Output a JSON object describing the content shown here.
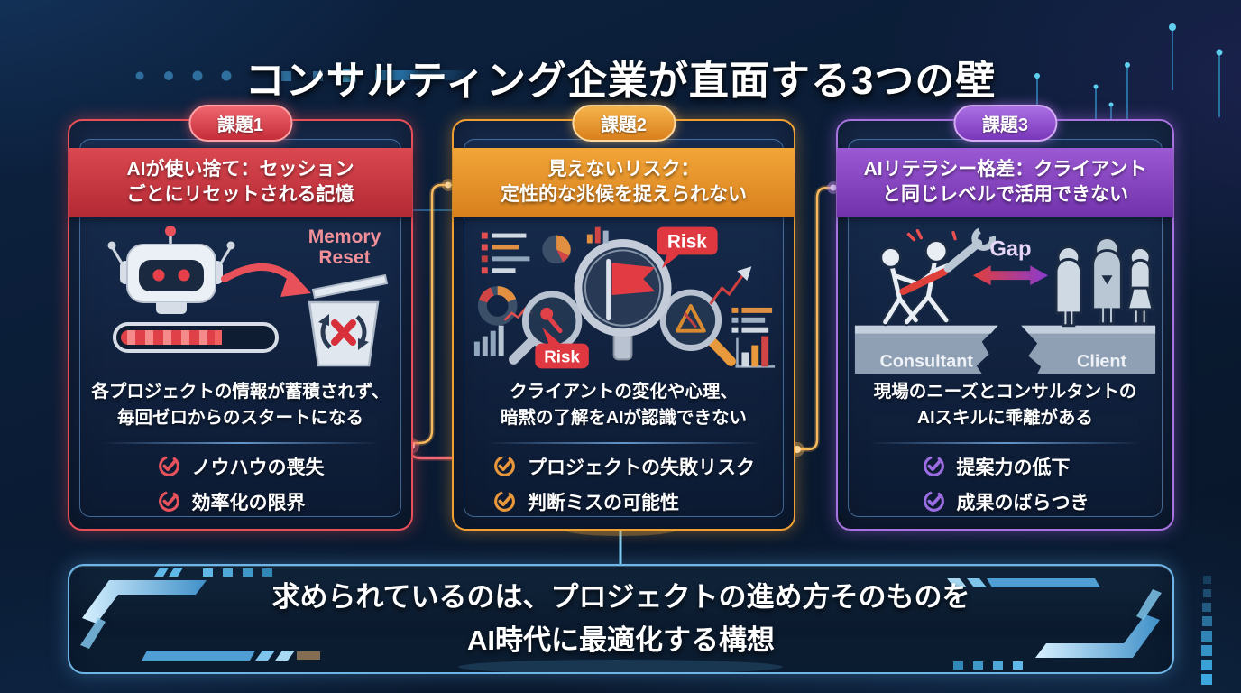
{
  "title": "コンサルティング企業が直面する3つの壁",
  "accent_colors": {
    "challenge1": "#e8505a",
    "challenge2": "#f0a032",
    "challenge3": "#a873e0",
    "banner": "#6fb6e6"
  },
  "cards": [
    {
      "badge": "課題1",
      "header": "AIが使い捨て：セッション\nごとにリセットされる記憶",
      "illustration": {
        "label_line1": "Memory",
        "label_line2": "Reset"
      },
      "body": "各プロジェクトの情報が蓄積されず、\n毎回ゼロからのスタートになる",
      "checklist": [
        "ノウハウの喪失",
        "効率化の限界"
      ]
    },
    {
      "badge": "課題2",
      "header": "見えないリスク：\n定性的な兆候を捉えられない",
      "illustration": {
        "risk_label_top": "Risk",
        "risk_label_bottom": "Risk"
      },
      "body": "クライアントの変化や心理、\n暗黙の了解をAIが認識できない",
      "checklist": [
        "プロジェクトの失敗リスク",
        "判断ミスの可能性"
      ]
    },
    {
      "badge": "課題3",
      "header": "AIリテラシー格差：クライアント\nと同じレベルで活用できない",
      "illustration": {
        "gap_label": "Gap",
        "consultant_label": "Consultant",
        "client_label": "Client"
      },
      "body": "現場のニーズとコンサルタントの\nAIスキルに乖離がある",
      "checklist": [
        "提案力の低下",
        "成果のばらつき"
      ]
    }
  ],
  "banner": {
    "text": "求められているのは、プロジェクトの進め方そのものを\nAI時代に最適化する構想"
  }
}
